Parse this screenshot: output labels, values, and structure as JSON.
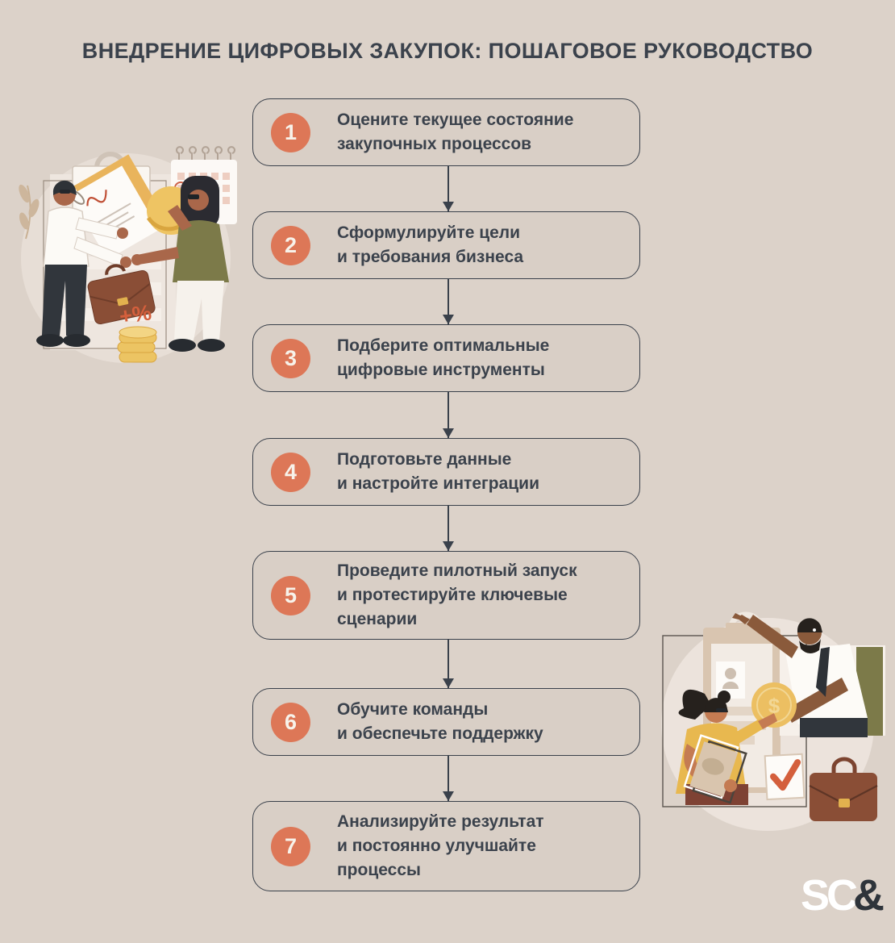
{
  "page": {
    "title": "ВНЕДРЕНИЕ ЦИФРОВЫХ ЗАКУПОК: ПОШАГОВОЕ РУКОВОДСТВО"
  },
  "colors": {
    "background": "#dcd2c9",
    "box_fill": "#d9cfc6",
    "outline": "#3a414b",
    "text": "#3b424c",
    "accent_orange": "#dd7757",
    "signature_red": "#c04f35",
    "coin_gold": "#ecc463",
    "olive": "#7c7a49",
    "briefcase_brown": "#8a4e36",
    "logo_dark": "#2e343b",
    "logo_light": "#ffffff"
  },
  "steps": [
    {
      "num": "1",
      "text": "Оцените текущее состояние\nзакупочных процессов"
    },
    {
      "num": "2",
      "text": "Сформулируйте цели\nи требования бизнеса"
    },
    {
      "num": "3",
      "text": "Подберите оптимальные\nцифровые инструменты"
    },
    {
      "num": "4",
      "text": "Подготовьте данные\nи настройте интеграции"
    },
    {
      "num": "5",
      "text": "Проведите пилотный запуск\nи протестируйте ключевые\nсценарии"
    },
    {
      "num": "6",
      "text": "Обучите команды\nи обеспечьте поддержку"
    },
    {
      "num": "7",
      "text": "Анализируйте результат\nи постоянно улучшайте\nпроцессы"
    }
  ],
  "illustrations": {
    "top_left": {
      "name": "partners-exchanging-documents-briefcase-and-coins",
      "plus_percent": "+%"
    },
    "bottom_right": {
      "name": "manager-handing-dollar-coin-with-checklist-and-briefcase",
      "dollar": "$"
    }
  },
  "logo": {
    "sc": "SC",
    "amp": "&"
  }
}
